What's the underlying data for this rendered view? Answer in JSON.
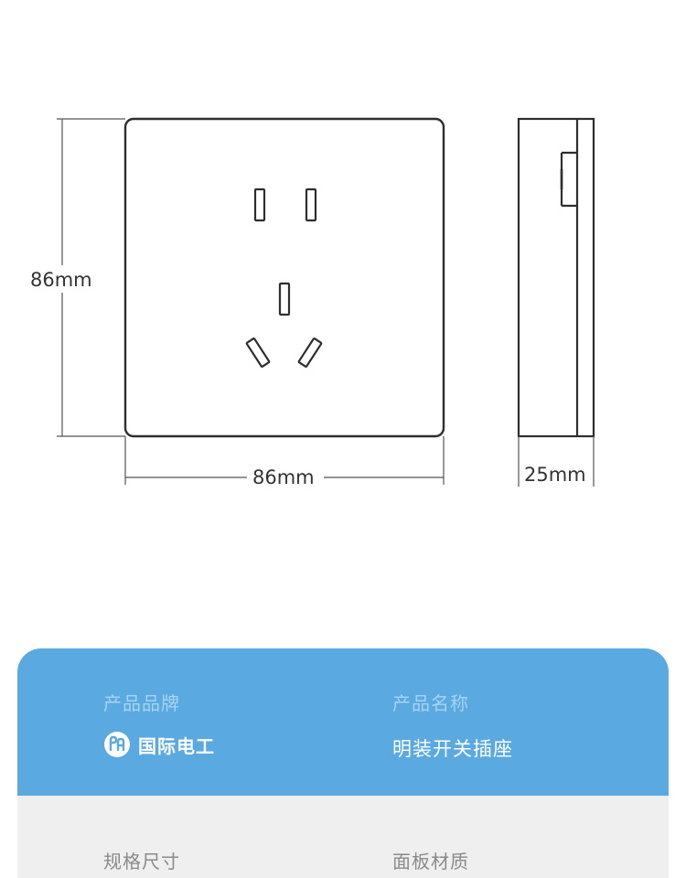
{
  "dimensions": {
    "height_label": "86mm",
    "width_label": "86mm",
    "depth_label": "25mm"
  },
  "specs": {
    "brand": {
      "label": "产品品牌",
      "value": "国际电工"
    },
    "name": {
      "label": "产品名称",
      "value": "明装开关插座"
    },
    "size": {
      "label": "规格尺寸"
    },
    "material": {
      "label": "面板材质"
    }
  },
  "colors": {
    "card_blue": "#5aa9e0",
    "card_grey": "#efefef",
    "line": "#333333"
  }
}
